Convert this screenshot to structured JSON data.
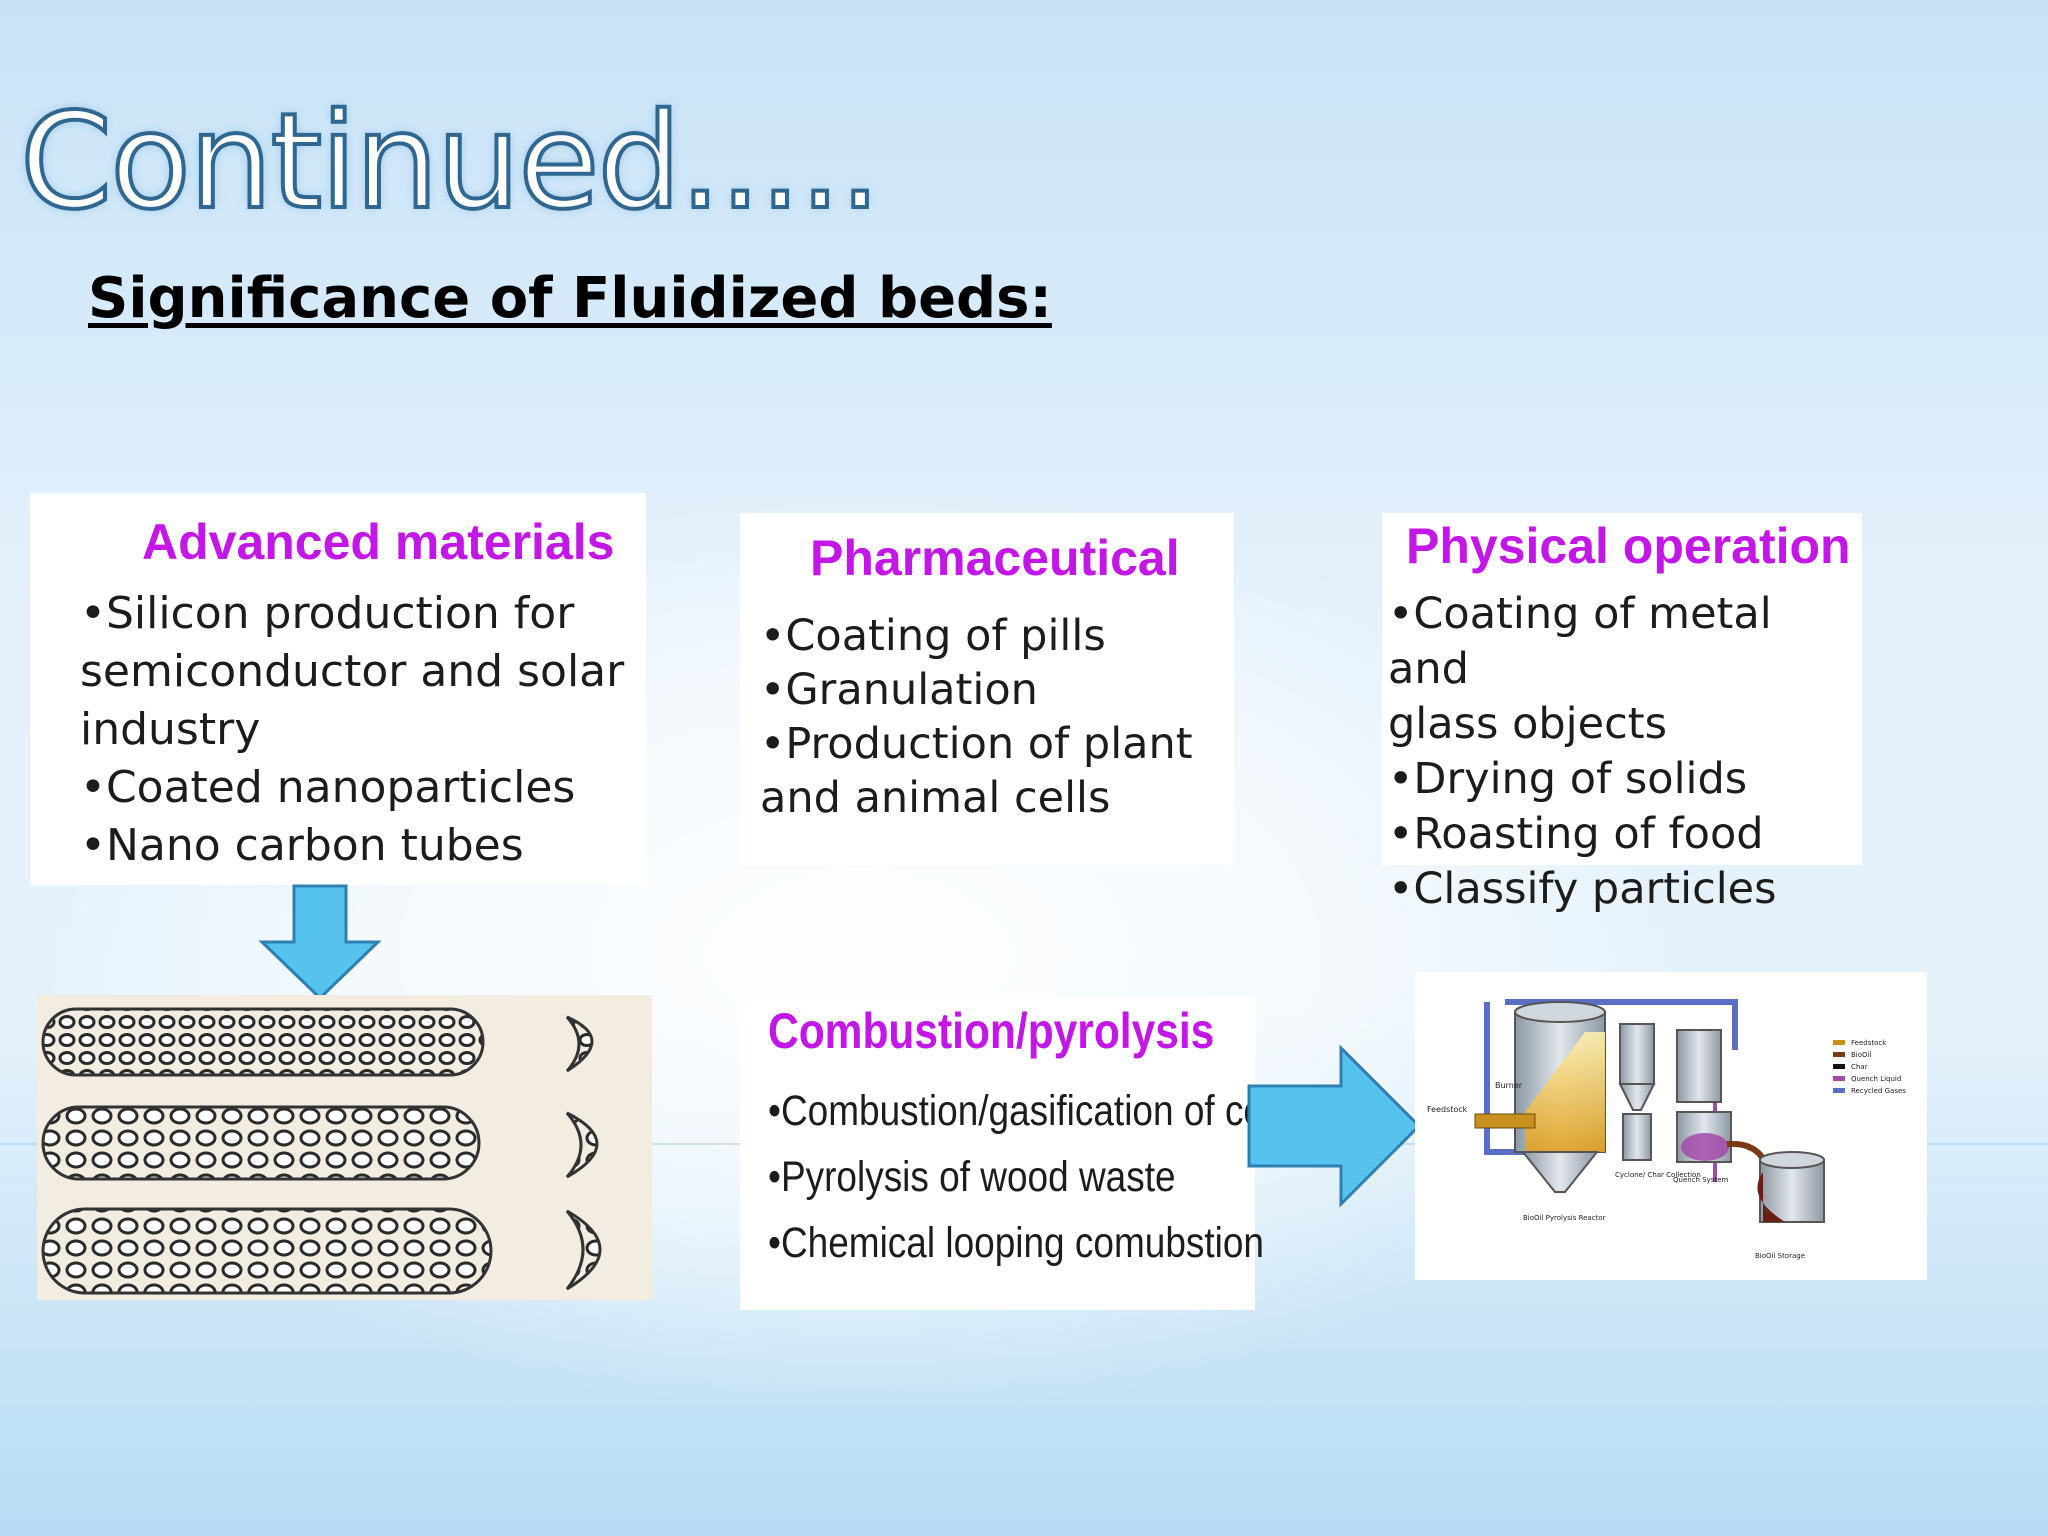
{
  "slide": {
    "title": "Continued.....",
    "subtitle": "Significance of Fluidized beds:"
  },
  "cards": {
    "advanced_materials": {
      "heading": "Advanced materials",
      "items": [
        "•Silicon production for",
        "semiconductor and solar",
        "industry",
        "•Coated nanoparticles",
        "•Nano carbon tubes"
      ]
    },
    "pharmaceutical": {
      "heading": "Pharmaceutical",
      "items": [
        "•Coating of pills",
        "•Granulation",
        "•Production of plant",
        "and animal cells"
      ]
    },
    "physical_operation": {
      "heading": "Physical operation",
      "items": [
        "•Coating of metal and",
        "glass objects",
        "•Drying of solids",
        "•Roasting of food",
        "•Classify particles"
      ]
    },
    "combustion": {
      "heading": "Combustion/pyrolysis",
      "items": [
        "•Combustion/gasification of coal",
        "•Pyrolysis of wood waste",
        "•Chemical looping comubstion"
      ]
    }
  },
  "diagram": {
    "labels": {
      "burner": "Burner",
      "feedstock": "Feedstock",
      "cyclone": "Cyclone/ Char Collection",
      "quench": "Quench System",
      "reactor": "BioOil Pyrolysis Reactor",
      "storage": "BioOil Storage"
    },
    "legend": [
      {
        "label": "Feedstock",
        "color": "#c8901e"
      },
      {
        "label": "BioOil",
        "color": "#7a3a14"
      },
      {
        "label": "Char",
        "color": "#111111"
      },
      {
        "label": "Quench Liquid",
        "color": "#a14aa8"
      },
      {
        "label": "Recycled Gases",
        "color": "#5a6fc4"
      }
    ]
  },
  "colors": {
    "heading": "#c217e6",
    "arrow_fill": "#56c3ee",
    "arrow_stroke": "#2f7fb2",
    "title_outline": "#2f6790"
  }
}
